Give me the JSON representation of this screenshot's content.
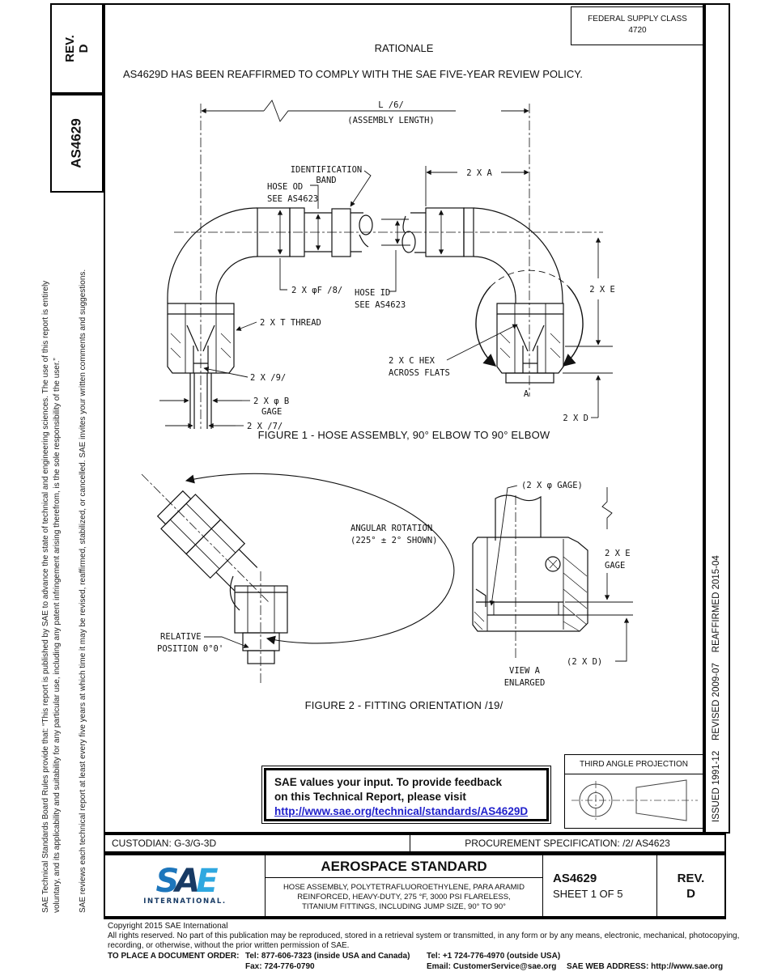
{
  "colors": {
    "link": "#2121cc",
    "logo_dark": "#173a64",
    "logo_mid": "#1d76bc",
    "logo_light": "#2fa8e0"
  },
  "header": {
    "rev_label": "REV.",
    "rev_value": "D",
    "doc_number": "AS4629",
    "fsc_line1": "FEDERAL SUPPLY CLASS",
    "fsc_value": "4720",
    "rationale_heading": "RATIONALE",
    "rationale_body": "AS4629D HAS BEEN REAFFIRMED TO COMPLY WITH THE SAE FIVE-YEAR REVIEW POLICY."
  },
  "left_margin": {
    "disclaimer_line1": "SAE Technical Standards Board Rules provide that: “This report is published by SAE to advance the state of technical and engineering sciences. The use of this report is entirely",
    "disclaimer_line2": "voluntary, and its applicability and suitability for any particular use, including any patent infringement arising therefrom, is the sole responsibility of the user.”",
    "review_note": "SAE reviews each technical report at least every five years at which time it may be revised, reaffirmed, stabilized, or cancelled. SAE invites your written comments and suggestions."
  },
  "right_margin": {
    "history": "ISSUED 1991-12    REVISED 2009-07    REAFFIRMED 2015-04"
  },
  "figure1": {
    "caption": "FIGURE 1 - HOSE ASSEMBLY, 90° ELBOW TO 90° ELBOW",
    "labels": {
      "l6": "L /6/",
      "asm_len": "(ASSEMBLY LENGTH)",
      "ident": "IDENTIFICATION",
      "band": "BAND",
      "hose_od": "HOSE OD",
      "see1": "SEE AS4623",
      "two_x_a": "2 X A",
      "f8": "2 X φF /8/",
      "hose_id": "HOSE ID",
      "see2": "SEE AS4623",
      "t_thread": "2 X T THREAD",
      "x9": "2 X /9/",
      "phi_b": "2 X φ B",
      "gage": "GAGE",
      "x7": "2 X /7/",
      "c_hex": "2 X C HEX",
      "across_flats": "ACROSS FLATS",
      "a": "A",
      "e": "2 X E",
      "d": "2 X D"
    }
  },
  "figure2": {
    "caption": "FIGURE 2 - FITTING ORIENTATION /19/",
    "labels": {
      "ang_rot": "ANGULAR ROTATION",
      "ang_val": "(225° ± 2° SHOWN)",
      "relative": "RELATIVE",
      "position": "POSITION 0°0'",
      "gage_dia": "(2 X φ GAGE)",
      "e": "2 X E",
      "gage": "GAGE",
      "d": "(2 X D)",
      "view_a": "VIEW A",
      "enlarged": "ENLARGED"
    }
  },
  "feedback": {
    "line1": "SAE values your input. To provide feedback",
    "line2": "on this Technical Report, please visit",
    "link": "http://www.sae.org/technical/standards/AS4629D"
  },
  "projection": {
    "title": "THIRD ANGLE PROJECTION"
  },
  "footer_rows": {
    "custodian": "CUSTODIAN: G-3/G-3D",
    "procurement": "PROCUREMENT SPECIFICATION: /2/ AS4623"
  },
  "title_block": {
    "standard_type": "AEROSPACE STANDARD",
    "subtitle1": "HOSE ASSEMBLY, POLYTETRAFLUOROETHYLENE, PARA ARAMID",
    "subtitle2": "REINFORCED, HEAVY-DUTY, 275 °F, 3000 PSI FLARELESS,",
    "subtitle3": "TITANIUM FITTINGS, INCLUDING JUMP SIZE, 90° TO 90°",
    "doc_number": "AS4629",
    "sheet": "SHEET 1 OF 5",
    "rev_label": "REV.",
    "rev_value": "D",
    "logo_s": "S",
    "logo_a": "A",
    "logo_e": "E",
    "logo_sub": "INTERNATIONAL."
  },
  "copyright": {
    "line1": "Copyright 2015 SAE International",
    "line2": "All rights reserved. No part of this publication may be reproduced, stored in a retrieval system or transmitted, in any form or by any means, electronic, mechanical, photocopying,",
    "line3": "recording, or otherwise, without the prior written permission of SAE.",
    "order_label": "TO PLACE A DOCUMENT ORDER:",
    "tel1": "Tel: 877-606-7323 (inside USA and Canada)",
    "tel2": "Tel: +1 724-776-4970 (outside USA)",
    "fax": "Fax: 724-776-0790",
    "email": "Email: CustomerService@sae.org",
    "web": "SAE WEB ADDRESS: http://www.sae.org"
  }
}
